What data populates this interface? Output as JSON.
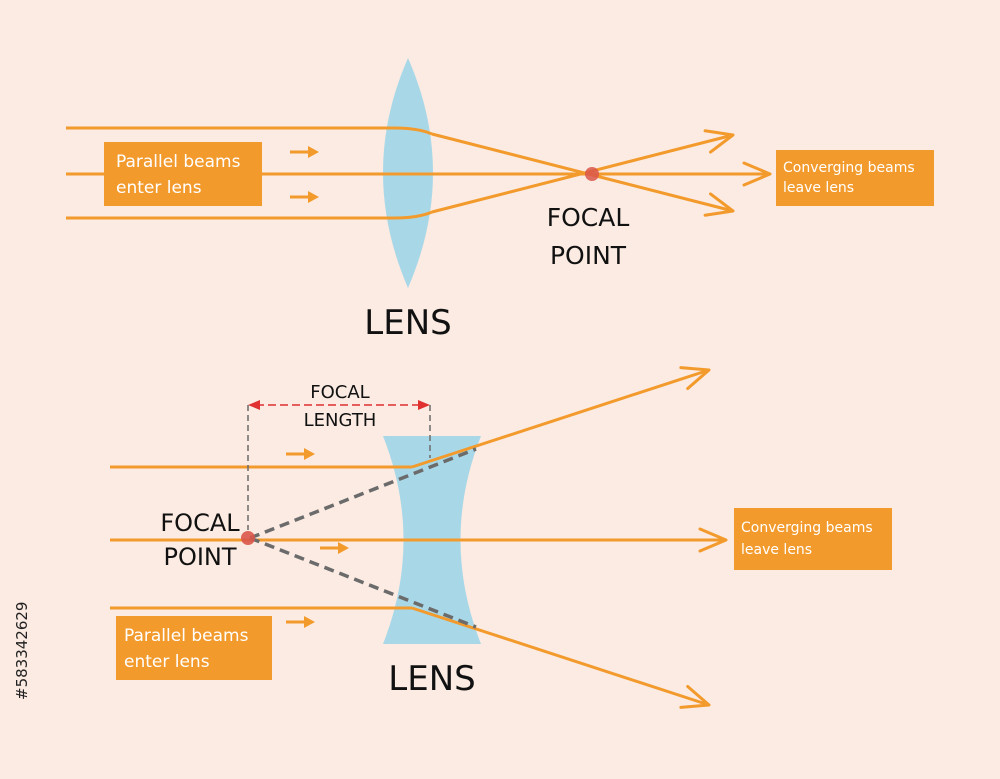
{
  "colors": {
    "background": "#fbebe2",
    "beam": "#f39a2c",
    "label_box": "#f39a2c",
    "label_text": "#ffffff",
    "lens_fill": "#a8d8e8",
    "focal_point": "#d9574a",
    "dimension_line": "#e03030",
    "construction_line": "#6b6b6b",
    "text": "#111111"
  },
  "top_diagram": {
    "input_label_line1": "Parallel beams",
    "input_label_line2": "enter lens",
    "output_label_line1": "Converging beams",
    "output_label_line2": "leave lens",
    "focal_label_line1": "FOCAL",
    "focal_label_line2": "POINT",
    "lens_label": "LENS"
  },
  "bottom_diagram": {
    "input_label_line1": "Parallel beams",
    "input_label_line2": "enter lens",
    "output_label_line1": "Converging beams",
    "output_label_line2": "leave lens",
    "focal_label_line1": "FOCAL",
    "focal_label_line2": "POINT",
    "focal_length_line1": "FOCAL",
    "focal_length_line2": "LENGTH",
    "lens_label": "LENS"
  },
  "stock_id": "#583342629"
}
